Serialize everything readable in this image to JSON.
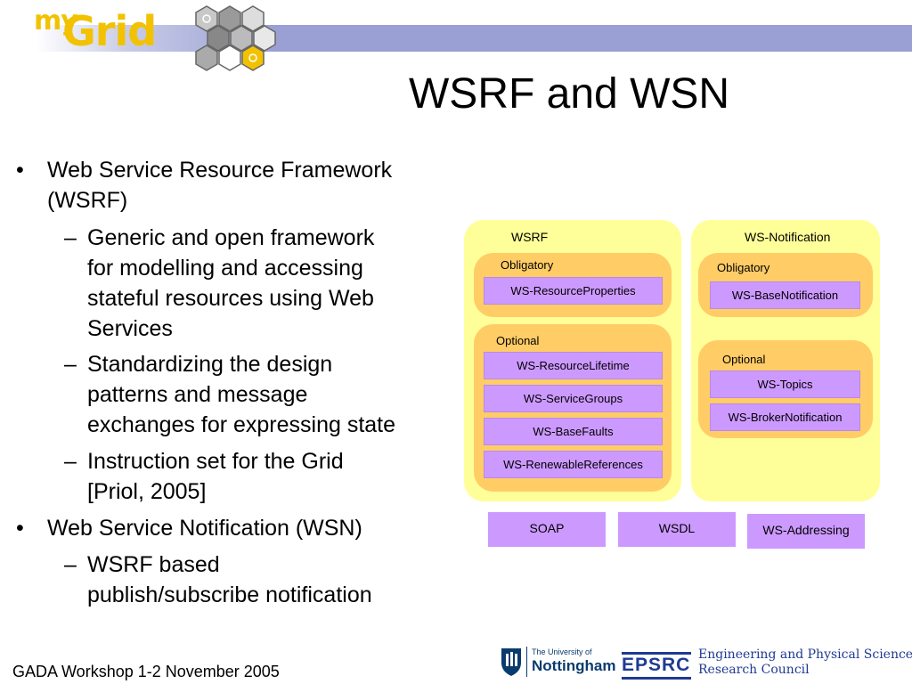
{
  "header": {
    "logo_my": "my",
    "logo_grid": "Grid",
    "title": "WSRF and WSN"
  },
  "bullets": {
    "b1_marker": "•",
    "b1_line1": "Web Service Resource Framework",
    "b1_line2": "(WSRF)",
    "b1_sub": [
      {
        "marker": "–",
        "lines": [
          "Generic and open framework",
          "for modelling and accessing",
          "stateful resources using Web",
          "Services"
        ]
      },
      {
        "marker": "–",
        "lines": [
          "Standardizing the design",
          "patterns and message",
          "exchanges for expressing state"
        ]
      },
      {
        "marker": "–",
        "lines": [
          "Instruction set for the Grid",
          "[Priol, 2005]"
        ]
      }
    ],
    "b2_marker": "•",
    "b2_line1": "Web Service Notification (WSN)",
    "b2_sub": [
      {
        "marker": "–",
        "lines": [
          "WSRF based",
          "publish/subscribe notification"
        ]
      }
    ]
  },
  "diagram": {
    "wsrf": {
      "title": "WSRF",
      "obligatory_label": "Obligatory",
      "obligatory": [
        "WS-ResourceProperties"
      ],
      "optional_label": "Optional",
      "optional": [
        "WS-ResourceLifetime",
        "WS-ServiceGroups",
        "WS-BaseFaults",
        "WS-RenewableReferences"
      ]
    },
    "wsn": {
      "title": "WS-Notification",
      "obligatory_label": "Obligatory",
      "obligatory": [
        "WS-BaseNotification"
      ],
      "optional_label": "Optional",
      "optional": [
        "WS-Topics",
        "WS-BrokerNotification"
      ]
    },
    "base": [
      "SOAP",
      "WSDL",
      "WS-Addressing"
    ]
  },
  "footer": {
    "text": "GADA Workshop 1-2 November 2005",
    "nottingham_small": "The University of",
    "nottingham_big": "Nottingham",
    "epsrc": "EPSRC",
    "epsrc_line1": "Engineering and Physical Sciences",
    "epsrc_line2": "Research Council"
  },
  "colors": {
    "panel": "#ffff99",
    "group": "#ffcc66",
    "spec_box": "#cc99ff",
    "header_bar": "#9aa0d4",
    "logo_yellow": "#f2c200",
    "epsrc_blue": "#1f3a93"
  }
}
